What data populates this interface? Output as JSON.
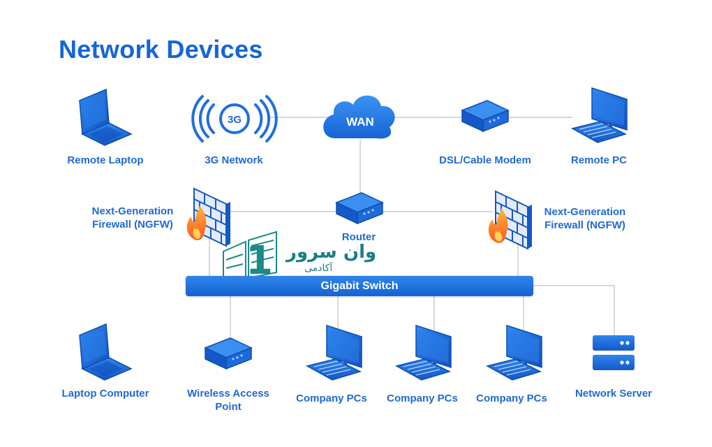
{
  "title": "Network Devices",
  "colors": {
    "primary": "#1565d8",
    "device": "#1f6fe0",
    "device_dark": "#0d47a1",
    "line": "#c9ccd2",
    "firewall_brick": "#cfd9ee",
    "flame": "#ff7a2a",
    "watermark": "#1a8a86"
  },
  "nodes": {
    "remote_laptop": {
      "label": "Remote Laptop",
      "icon": "laptop-icon"
    },
    "network_3g": {
      "label": "3G Network",
      "badge": "3G",
      "icon": "signal-3g-icon"
    },
    "wan": {
      "label": "WAN",
      "icon": "cloud-icon"
    },
    "modem": {
      "label": "DSL/Cable Modem",
      "icon": "modem-icon"
    },
    "remote_pc": {
      "label": "Remote PC",
      "icon": "desktop-pc-icon"
    },
    "ngfw_left": {
      "label_line1": "Next-Generation",
      "label_line2": "Firewall (NGFW)",
      "icon": "firewall-icon"
    },
    "router": {
      "label": "Router",
      "icon": "router-icon"
    },
    "ngfw_right": {
      "label_line1": "Next-Generation",
      "label_line2": "Firewall (NGFW)",
      "icon": "firewall-icon"
    },
    "switch": {
      "label": "Gigabit Switch"
    },
    "laptop_computer": {
      "label": "Laptop Computer",
      "icon": "laptop-icon"
    },
    "wap": {
      "label_line1": "Wireless Access",
      "label_line2": "Point",
      "icon": "access-point-icon"
    },
    "company_pc_1": {
      "label": "Company PCs",
      "icon": "desktop-pc-icon"
    },
    "company_pc_2": {
      "label": "Company PCs",
      "icon": "desktop-pc-icon"
    },
    "company_pc_3": {
      "label": "Company PCs",
      "icon": "desktop-pc-icon"
    },
    "server": {
      "label": "Network Server",
      "icon": "server-icon"
    }
  },
  "watermark": {
    "line1": "وان سرور",
    "line2": "آکادمی",
    "digit": "1"
  }
}
